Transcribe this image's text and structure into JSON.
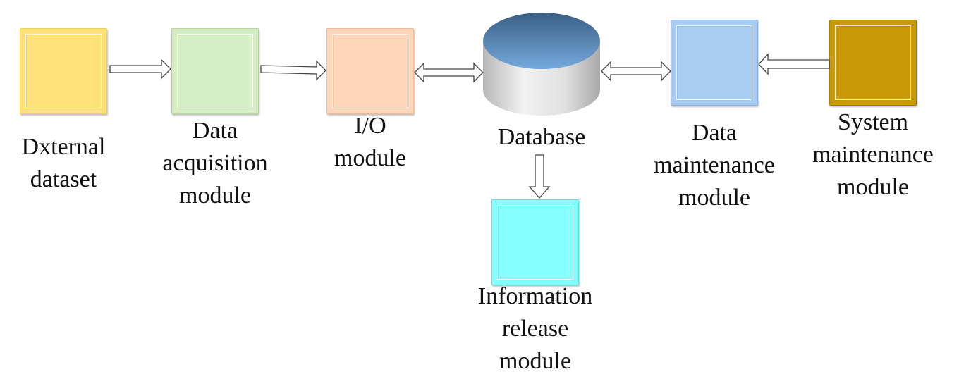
{
  "nodes": {
    "external_dataset": {
      "lines": [
        "Dxternal",
        "dataset"
      ],
      "fill": "#ffe27a",
      "border": "#f2cf52"
    },
    "data_acquisition": {
      "lines": [
        "Data",
        "acquisition",
        "module"
      ],
      "fill": "#d5edc2",
      "border": "#b6d69c"
    },
    "io_module": {
      "lines": [
        "I/O",
        "module"
      ],
      "fill": "#fdd5b8",
      "border": "#f0bb95"
    },
    "database": {
      "label": "Database",
      "top_color": "#4f86b7",
      "body_color": "#d9d9d9"
    },
    "data_maintenance": {
      "lines": [
        "Data",
        "maintenance",
        "module"
      ],
      "fill": "#a9cdf2",
      "border": "#86b3e2"
    },
    "system_maintenance": {
      "lines": [
        "System",
        "maintenance",
        "module"
      ],
      "fill": "#c99a08",
      "border": "#a87f05"
    },
    "information_release": {
      "lines": [
        "Information",
        "release",
        "module"
      ],
      "fill": "#85ffff",
      "border": "#5fe5e5"
    }
  },
  "edges": [
    {
      "from": "external_dataset",
      "to": "data_acquisition",
      "direction": "forward"
    },
    {
      "from": "data_acquisition",
      "to": "io_module",
      "direction": "forward"
    },
    {
      "from": "io_module",
      "to": "database",
      "direction": "both"
    },
    {
      "from": "database",
      "to": "data_maintenance",
      "direction": "both"
    },
    {
      "from": "system_maintenance",
      "to": "data_maintenance",
      "direction": "forward"
    },
    {
      "from": "database",
      "to": "information_release",
      "direction": "forward"
    }
  ]
}
